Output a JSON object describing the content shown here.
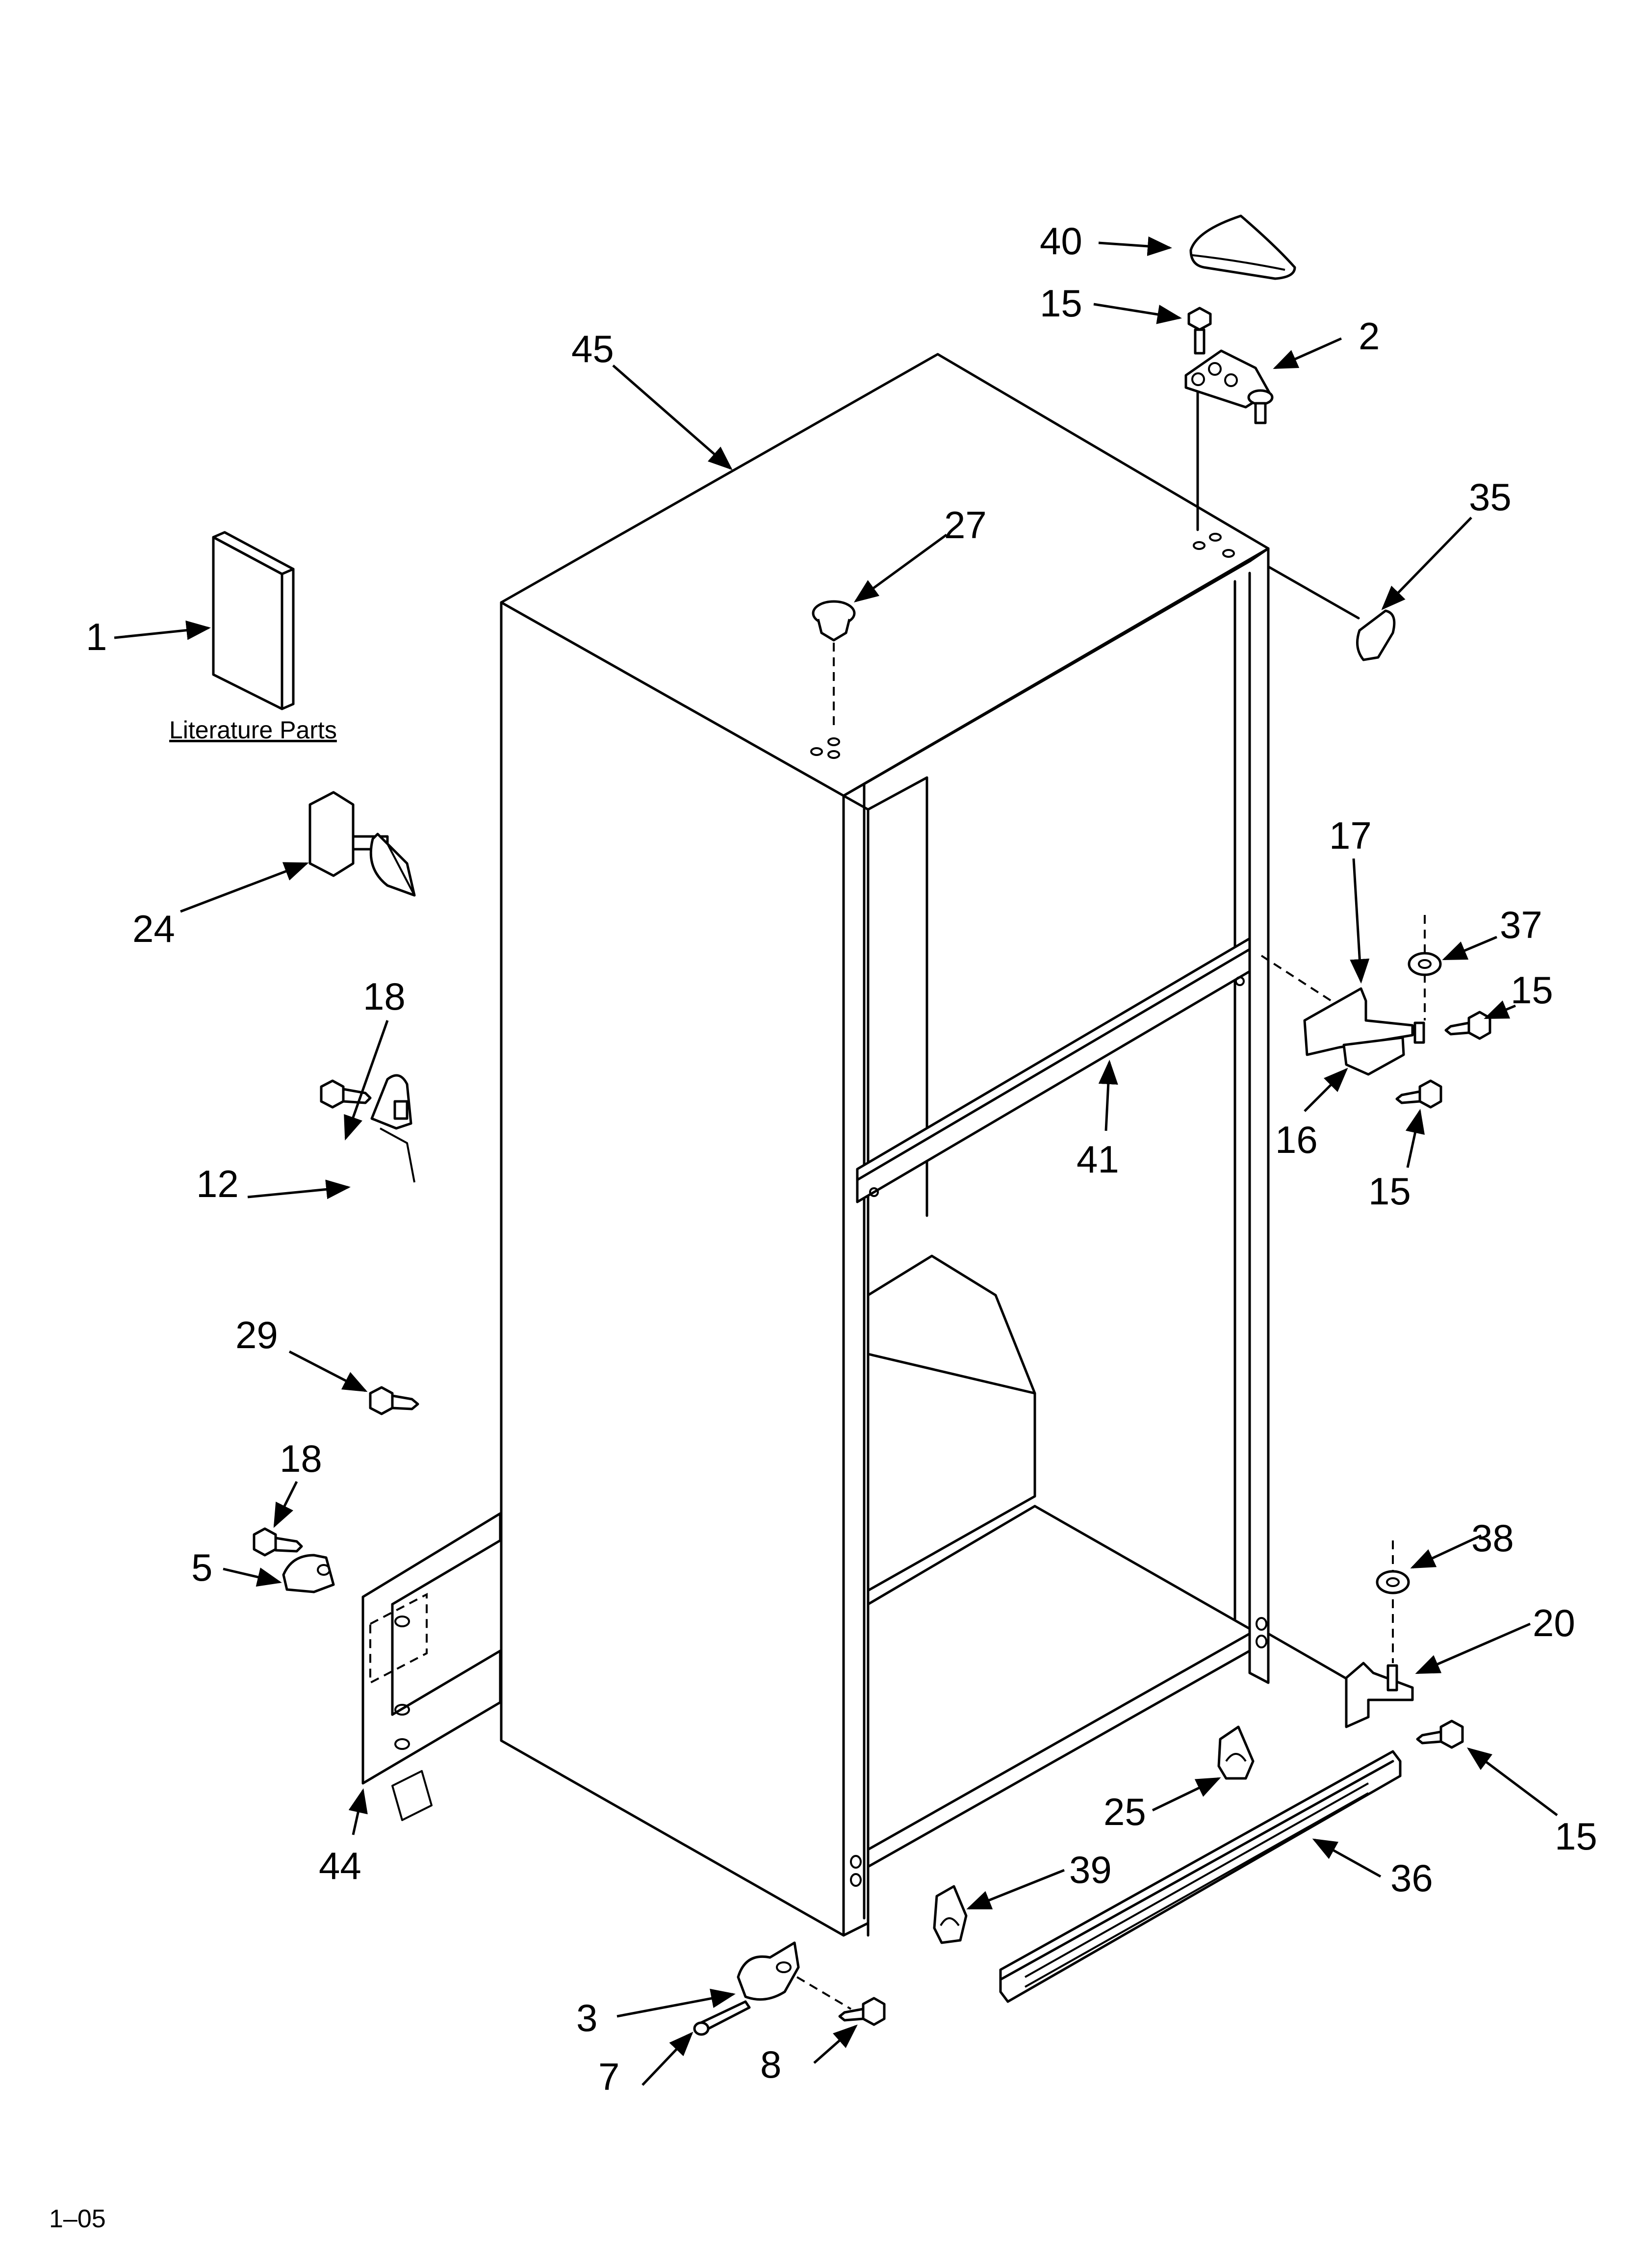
{
  "callouts": {
    "c1": "1",
    "c2": "2",
    "c3": "3",
    "c5": "5",
    "c7": "7",
    "c8": "8",
    "c12": "12",
    "c15a": "15",
    "c15b": "15",
    "c15c": "15",
    "c15d": "15",
    "c16": "16",
    "c17": "17",
    "c18a": "18",
    "c18b": "18",
    "c20": "20",
    "c24": "24",
    "c25": "25",
    "c27": "27",
    "c29": "29",
    "c35": "35",
    "c36": "36",
    "c37": "37",
    "c38": "38",
    "c39": "39",
    "c40": "40",
    "c41": "41",
    "c44": "44",
    "c45": "45"
  },
  "literature_label": "Literature Parts",
  "page_code": "1–05"
}
